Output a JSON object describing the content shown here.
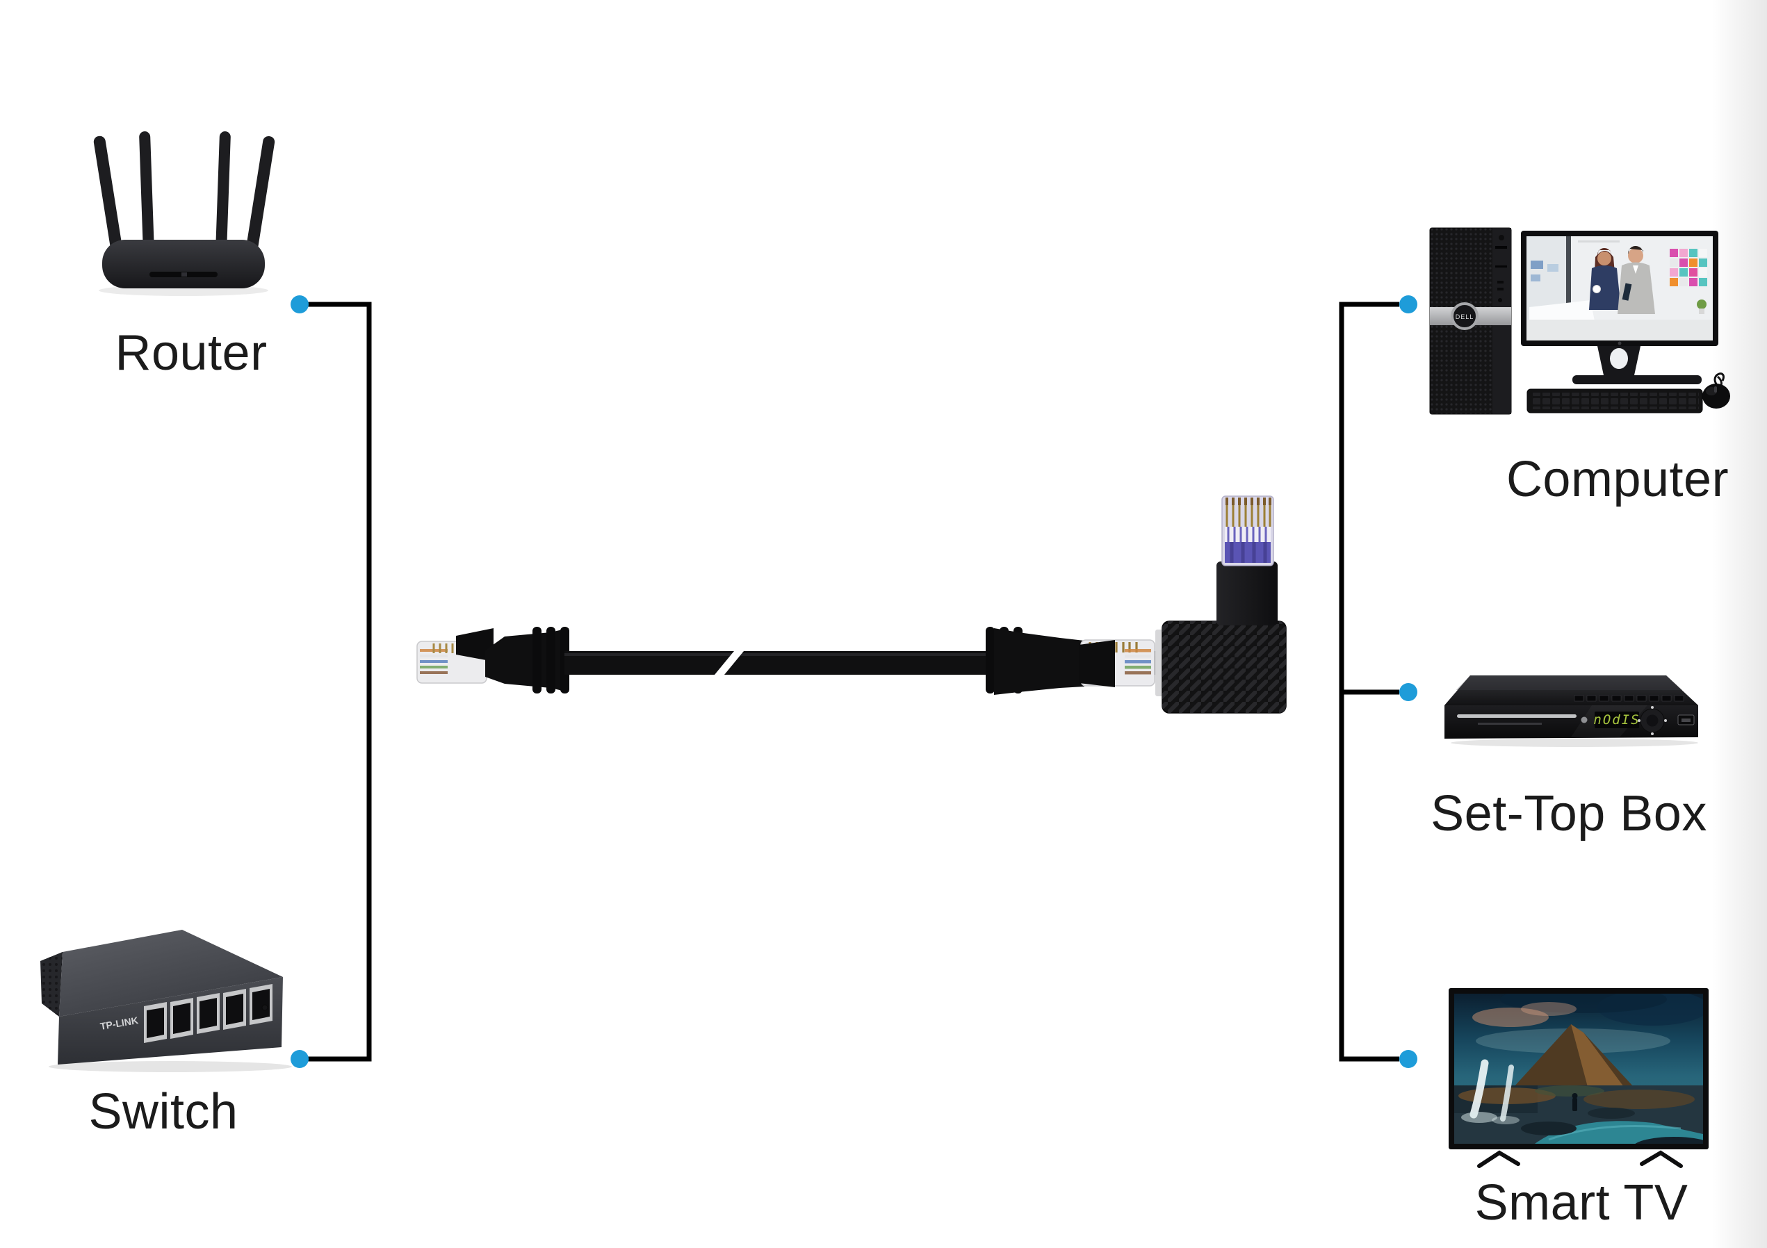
{
  "colors": {
    "background": "#ffffff",
    "line": "#000000",
    "dot": "#1e9cd9",
    "label_text": "#1b1b1b",
    "led": "#a8c63e"
  },
  "nodes": {
    "router": {
      "label": "Router"
    },
    "switch": {
      "label": "Switch",
      "brand": "TP-LINK"
    },
    "computer": {
      "label": "Computer",
      "logo": "DELL"
    },
    "set_top_box": {
      "label": "Set-Top Box",
      "display": "nOdIS"
    },
    "smart_tv": {
      "label": "Smart TV"
    }
  },
  "connections": {
    "left_group": [
      "Router",
      "Switch"
    ],
    "right_group": [
      "Computer",
      "Set-Top Box",
      "Smart TV"
    ]
  }
}
